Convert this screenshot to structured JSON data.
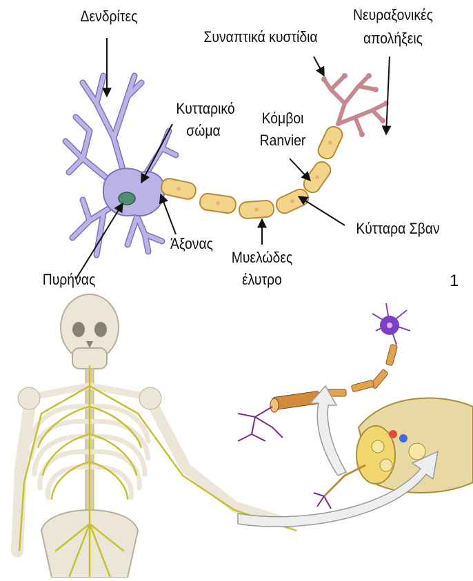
{
  "figure_number": "1",
  "labels": {
    "dendrites": "Δενδρίτες",
    "synaptic_vesicles": "Συναπτικά κυστίδια",
    "axon_terminals_line1": "Νευραξονικές",
    "axon_terminals_line2": "απολήξεις",
    "cell_body_line1": "Κυτταρικό",
    "cell_body_line2": "σώμα",
    "nodes_line1": "Κόμβοι",
    "nodes_line2": "Ranvier",
    "schwann_cells": "Κύτταρα Σβαν",
    "axon": "Άξονας",
    "myelin_line1": "Μυελώδες",
    "myelin_line2": "έλυτρο",
    "nucleus": "Πυρήνας"
  },
  "colors": {
    "neuron_body": "#b9b3e6",
    "neuron_outline": "#7b73b8",
    "nucleus": "#4f8f73",
    "myelin_fill": "#f2d48a",
    "myelin_outline": "#b98a33",
    "terminal": "#c6888e",
    "bone": "#ece6d8",
    "nerve": "#c7c032",
    "arrow": "#eeeeee"
  }
}
